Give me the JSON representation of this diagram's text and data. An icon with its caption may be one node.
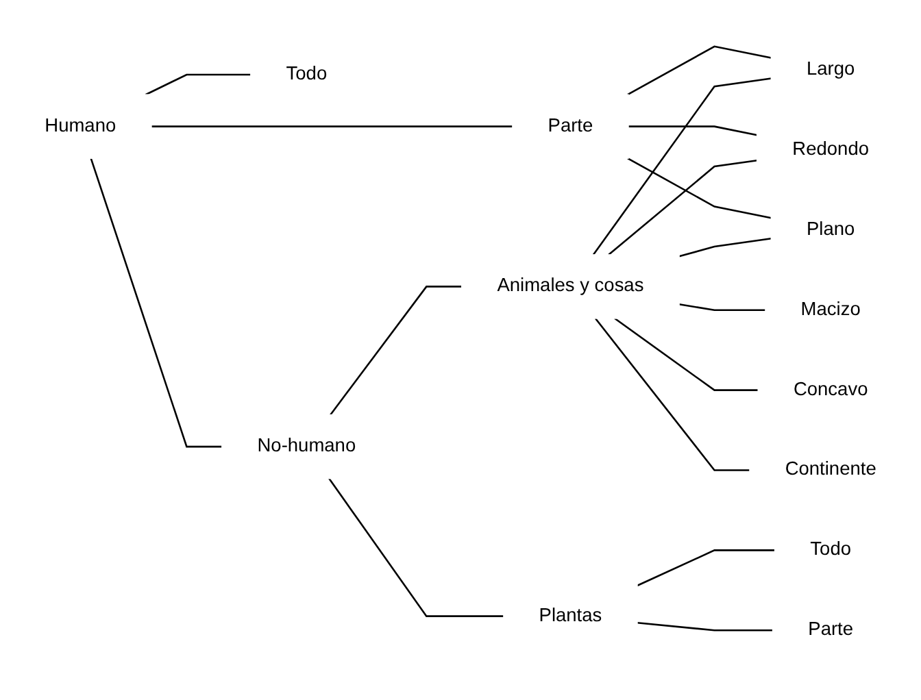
{
  "diagram": {
    "nodes": [
      {
        "text": [
          "Humano"
        ]
      },
      {
        "text": [
          "Todo"
        ]
      },
      {
        "text": [
          "Parte"
        ]
      },
      {
        "text": [
          "Largo"
        ]
      },
      {
        "text": [
          "Redondo"
        ]
      },
      {
        "text": [
          "Plano"
        ]
      },
      {
        "text": [
          "No-humano"
        ]
      },
      {
        "text": [
          "Animales y cosas"
        ]
      },
      {
        "text": [
          "Macizo"
        ]
      },
      {
        "text": [
          "Concavo"
        ]
      },
      {
        "text": [
          "Continente"
        ]
      },
      {
        "text": [
          "Plantas"
        ]
      },
      {
        "text": [
          "Todo"
        ]
      },
      {
        "text": [
          "Parte"
        ]
      }
    ],
    "edges": [
      {
        "from": 0,
        "to": 6,
        "arrow": "none"
      },
      {
        "from": 0,
        "to": 1,
        "arrow": "none"
      },
      {
        "from": 0,
        "to": 2,
        "arrow": "none"
      },
      {
        "from": 2,
        "to": 3,
        "arrow": "none"
      },
      {
        "from": 2,
        "to": 4,
        "arrow": "none"
      },
      {
        "from": 2,
        "to": 5,
        "arrow": "none"
      },
      {
        "from": 6,
        "to": 7,
        "arrow": "none"
      },
      {
        "from": 6,
        "to": 11,
        "arrow": "none"
      },
      {
        "from": 7,
        "to": 3,
        "arrow": "none"
      },
      {
        "from": 7,
        "to": 4,
        "arrow": "none"
      },
      {
        "from": 7,
        "to": 5,
        "arrow": "none"
      },
      {
        "from": 7,
        "to": 8,
        "arrow": "none"
      },
      {
        "from": 7,
        "to": 9,
        "arrow": "none"
      },
      {
        "from": 7,
        "to": 10,
        "arrow": "none"
      },
      {
        "from": 11,
        "to": 12,
        "arrow": "none"
      },
      {
        "from": 11,
        "to": 13,
        "arrow": "none"
      }
    ]
  }
}
